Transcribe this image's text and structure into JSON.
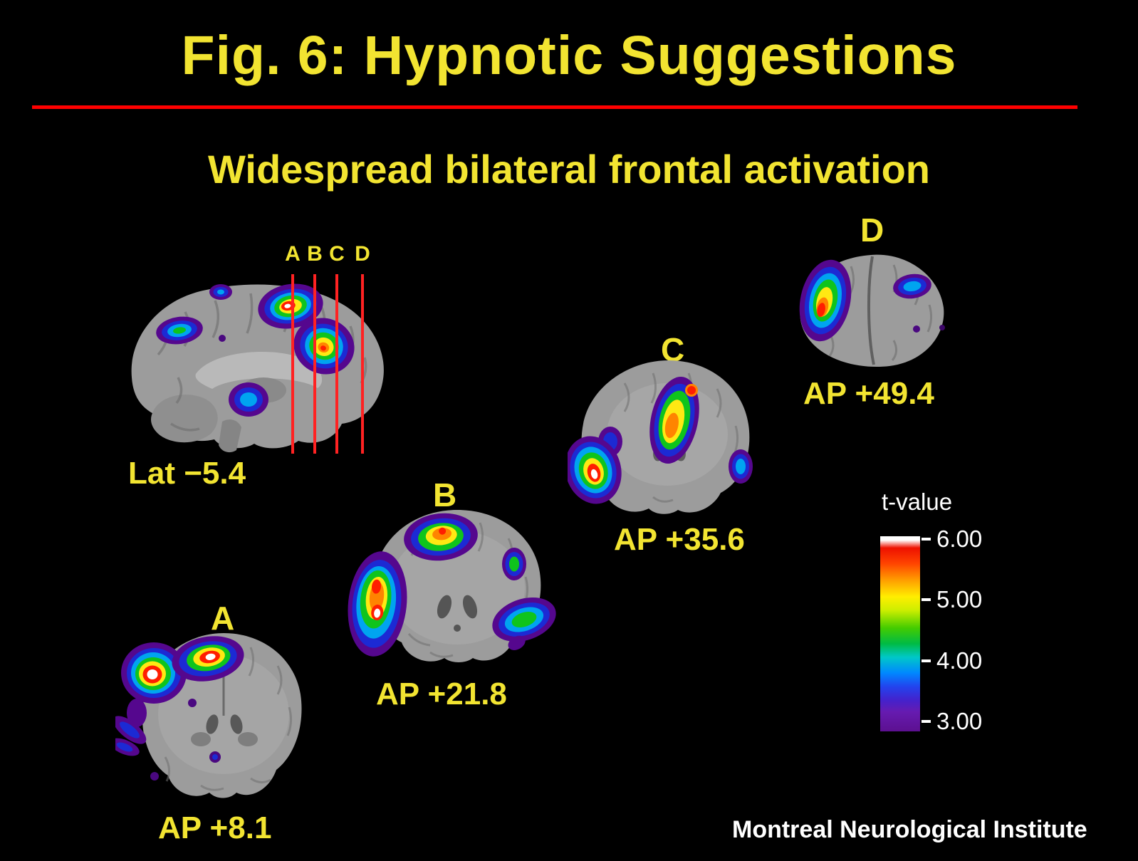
{
  "title": "Fig. 6: Hypnotic Suggestions",
  "subtitle": "Widespread bilateral frontal activation",
  "sagittal": {
    "label": "Lat −5.4",
    "plane_markers": [
      "A",
      "B",
      "C",
      "D"
    ]
  },
  "slices": [
    {
      "letter": "A",
      "coord": "AP +8.1"
    },
    {
      "letter": "B",
      "coord": "AP +21.8"
    },
    {
      "letter": "C",
      "coord": "AP +35.6"
    },
    {
      "letter": "D",
      "coord": "AP +49.4"
    }
  ],
  "colorbar": {
    "title": "t-value",
    "ticks": [
      "6.00",
      "5.00",
      "4.00",
      "3.00"
    ],
    "gradient_top_to_bottom": [
      "#ffffff",
      "#ee1100",
      "#ff9900",
      "#ffee00",
      "#44cc00",
      "#00c8c8",
      "#0088ff",
      "#2244ee",
      "#5c1090"
    ]
  },
  "credit": "Montreal Neurological Institute",
  "colors": {
    "background": "#000000",
    "label_yellow": "#f2e431",
    "divider_red": "#ff0000",
    "plane_line_red": "#ff2222",
    "text_white": "#ffffff"
  }
}
